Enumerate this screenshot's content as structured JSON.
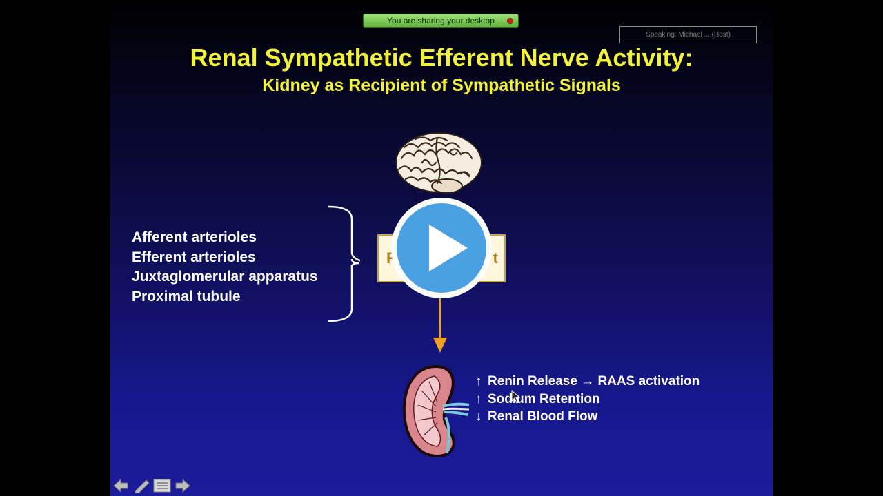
{
  "share_banner": {
    "text": "You are sharing your desktop"
  },
  "speaking": {
    "text": "Speaking: Michael ... (Host)"
  },
  "slide": {
    "title": "Renal Sympathetic Efferent Nerve Activity:",
    "subtitle": "Kidney as Recipient of Sympathetic Signals",
    "box_left_char": "R",
    "box_right_char": "t",
    "targets": [
      "Afferent arterioles",
      "Efferent arterioles",
      "Juxtaglomerular apparatus",
      "Proximal tubule"
    ],
    "effects": [
      {
        "arrow": "↑",
        "text": "Renin Release → RAAS activation"
      },
      {
        "arrow": "↑",
        "text": "Sodium Retention"
      },
      {
        "arrow": "↓",
        "text": "Renal Blood Flow"
      }
    ]
  },
  "icons": {
    "play": "play-icon",
    "nav_back": "arrow-left-icon",
    "pen": "pen-icon",
    "menu": "menu-icon",
    "nav_forward": "arrow-right-icon"
  },
  "colors": {
    "title": "#f2f23a",
    "arrow": "#f0a020",
    "banner": "#7ccc55",
    "play": "#4aa0e0"
  }
}
